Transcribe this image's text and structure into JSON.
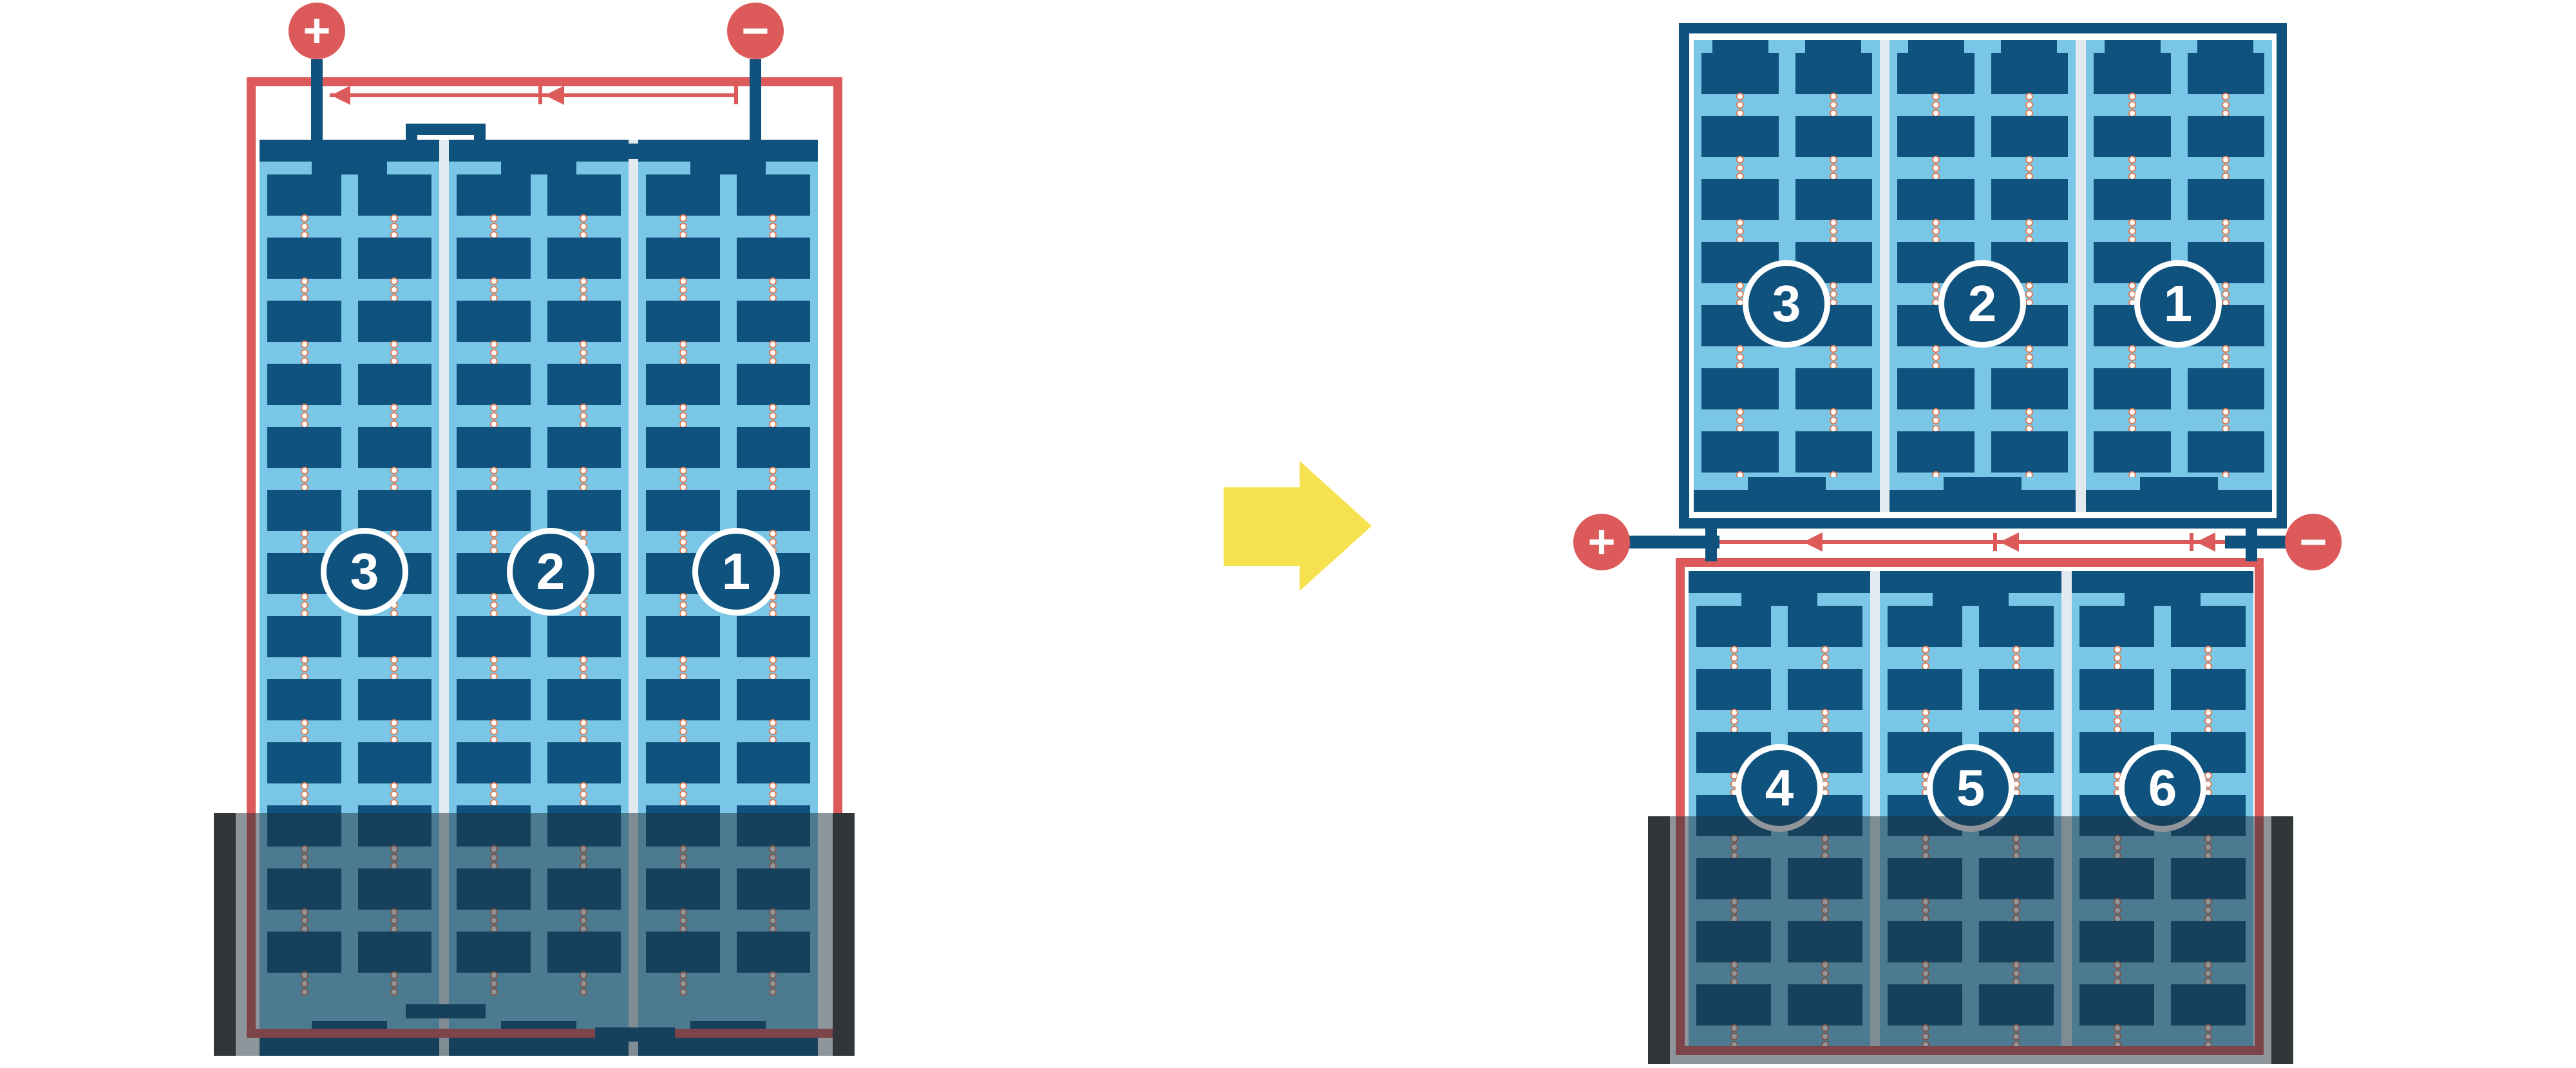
{
  "panels": {
    "left": {
      "string_labels": [
        "3",
        "2",
        "1"
      ]
    },
    "right_top": {
      "string_labels": [
        "3",
        "2",
        "1"
      ]
    },
    "right_bottom": {
      "string_labels": [
        "4",
        "5",
        "6"
      ]
    }
  },
  "terminals": {
    "plus": "+",
    "minus": "−"
  },
  "colors": {
    "light_blue": "#7AC6E6",
    "navy": "#10527E",
    "red": "#DD5A5A",
    "yellow": "#F6E14F",
    "panel_gap": "#E3EAEF",
    "shade": "rgba(30,45,58,0.5)",
    "post": "#323639",
    "dot_ring": "#DE7C55"
  }
}
